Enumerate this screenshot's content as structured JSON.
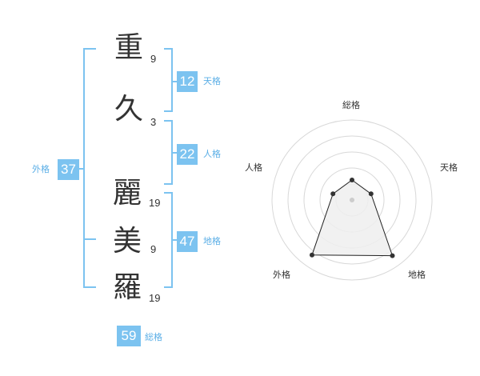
{
  "name_chars": [
    {
      "char": "重",
      "strokes": "9"
    },
    {
      "char": "久",
      "strokes": "3"
    },
    {
      "char": "麗",
      "strokes": "19"
    },
    {
      "char": "美",
      "strokes": "9"
    },
    {
      "char": "羅",
      "strokes": "19"
    }
  ],
  "fortune": {
    "tenkaku": {
      "value": "12",
      "label": "天格"
    },
    "jinkaku": {
      "value": "22",
      "label": "人格"
    },
    "chikaku": {
      "value": "47",
      "label": "地格"
    },
    "gaikaku": {
      "value": "37",
      "label": "外格"
    },
    "soukaku": {
      "value": "59",
      "label": "総格"
    }
  },
  "colors": {
    "accent": "#7cc3f0",
    "accent_text": "#5aaee6",
    "text": "#333333",
    "radar_fill": "#eeeeee"
  },
  "radar": {
    "axes": [
      "総格",
      "天格",
      "地格",
      "外格",
      "人格"
    ],
    "levels": 5,
    "values": [
      0.25,
      0.25,
      0.86,
      0.85,
      0.25
    ]
  }
}
